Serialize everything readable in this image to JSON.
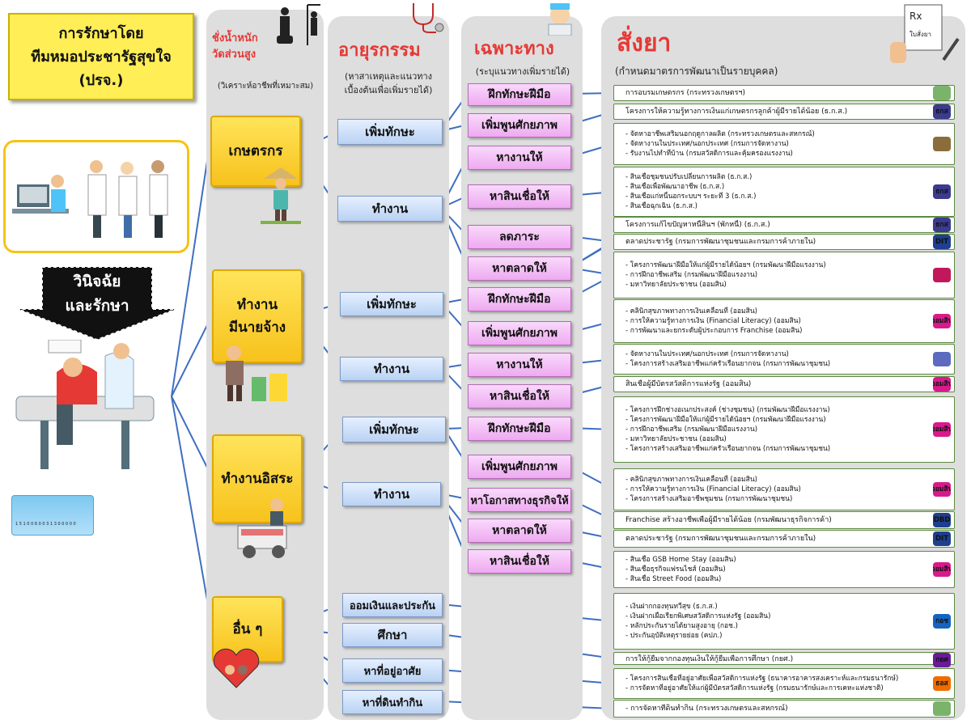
{
  "title": "การรักษาโดย\nทีมหมอประชารัฐสุขใจ\n(ปรจ.)",
  "arrow_label": "วินิจฉัย\nและรักษา",
  "id_card_number": "1 5 1 0   0 6 0 0   3 1 3 0   0 0 0 0",
  "col1": {
    "head": "ชั่งน้ำหนัก\nวัดส่วนสูง",
    "sub": "(วิเคราะห์อาชีพที่เหมาะสม)"
  },
  "col2": {
    "head": "อายุรกรรม",
    "sub": "(หาสาเหตุและแนวทาง\nเบื้องต้นเพื่อเพิ่มรายได้)"
  },
  "col3": {
    "head": "เฉพาะทาง",
    "sub": "(ระบุแนวทางเพิ่มรายได้)"
  },
  "col4": {
    "head": "สั่งยา",
    "sub": "(กำหนดมาตรการพัฒนาเป็นรายบุคคล)",
    "paper_label": "ใบสั่งยา"
  },
  "categories": [
    {
      "label": "เกษตรกร"
    },
    {
      "label": "ทำงาน\nมีนายจ้าง"
    },
    {
      "label": "ทำงานอิสระ"
    },
    {
      "label": "อื่น ๆ"
    }
  ],
  "causes": [
    {
      "label": "เพิ่มทักษะ"
    },
    {
      "label": "ทำงาน"
    },
    {
      "label": "เพิ่มทักษะ"
    },
    {
      "label": "ทำงาน"
    },
    {
      "label": "เพิ่มทักษะ"
    },
    {
      "label": "ทำงาน"
    },
    {
      "label": "ออมเงินและประกัน"
    },
    {
      "label": "ศึกษา"
    },
    {
      "label": "หาที่อยู่อาศัย"
    },
    {
      "label": "หาที่ดินทำกิน"
    }
  ],
  "specialties": [
    {
      "label": "ฝึกทักษะฝีมือ"
    },
    {
      "label": "เพิ่มพูนศักยภาพ"
    },
    {
      "label": "หางานให้"
    },
    {
      "label": "หาสินเชื่อให้"
    },
    {
      "label": "ลดภาระ"
    },
    {
      "label": "หาตลาดให้"
    },
    {
      "label": "ฝึกทักษะฝีมือ"
    },
    {
      "label": "เพิ่มพูนศักยภาพ"
    },
    {
      "label": "หางานให้"
    },
    {
      "label": "หาสินเชื่อให้"
    },
    {
      "label": "ฝึกทักษะฝีมือ"
    },
    {
      "label": "เพิ่มพูนศักยภาพ"
    },
    {
      "label": "หาโอกาสทางธุรกิจให้"
    },
    {
      "label": "หาตลาดให้"
    },
    {
      "label": "หาสินเชื่อให้"
    }
  ],
  "prescriptions": [
    {
      "lines": [
        "การอบรมเกษตรกร (กระทรวงเกษตรฯ)"
      ],
      "logo": "",
      "logo_color": "#7bb36b"
    },
    {
      "lines": [
        "โครงการให้ความรู้ทางการเงินแก่เกษตรกรลูกค้าผู้มีรายได้น้อย (ธ.ก.ส.)"
      ],
      "logo": "ธกส",
      "logo_color": "#3b3b8f"
    },
    {
      "lines": [
        "- จัดหาอาชีพเสริมนอกฤดูกาลผลิต (กระทรวงเกษตรและสหกรณ์)",
        "- จัดหางานในประเทศ/นอกประเทศ (กรมการจัดหางาน)",
        "- รับงานไปทำที่บ้าน (กรมสวัสดิการและคุ้มครองแรงงาน)"
      ],
      "logo": "",
      "logo_color": "#8a6d3b"
    },
    {
      "lines": [
        "- สินเชื่อชุมชนปรับเปลี่ยนการผลิต (ธ.ก.ส.)",
        "- สินเชื่อเพื่อพัฒนาอาชีพ (ธ.ก.ส.)",
        "- สินเชื่อแก่หนี้นอกระบบฯ ระยะที่ 3 (ธ.ก.ส.)",
        "- สินเชื่อฉุกเฉิน (ธ.ก.ส.)"
      ],
      "logo": "ธกส",
      "logo_color": "#3b3b8f"
    },
    {
      "lines": [
        "โครงการแก้ไขปัญหาหนี้สินฯ (พักหนี้) (ธ.ก.ส.)"
      ],
      "logo": "ธกส",
      "logo_color": "#3b3b8f"
    },
    {
      "lines": [
        "ตลาดประชารัฐ (กรมการพัฒนาชุมชนและกรมการค้าภายใน)"
      ],
      "logo": "DIT",
      "logo_color": "#1f3f8f"
    },
    {
      "lines": [
        "- โครงการพัฒนาฝีมือให้แก่ผู้มีรายได้น้อยฯ (กรมพัฒนาฝีมือแรงงาน)",
        "- การฝึกอาชีพเสริม (กรมพัฒนาฝีมือแรงงาน)",
        "- มหาวิทยาลัยประชาชน (ออมสิน)"
      ],
      "logo": "",
      "logo_color": "#c2185b"
    },
    {
      "lines": [
        "- คลินิกสุขภาพทางการเงินเคลื่อนที่ (ออมสิน)",
        "- การให้ความรู้ทางการเงิน (Financial Literacy) (ออมสิน)",
        "- การพัฒนาและยกระดับผู้ประกอบการ Franchise (ออมสิน)"
      ],
      "logo": "ออมสิน",
      "logo_color": "#d81b8c"
    },
    {
      "lines": [
        "- จัดหางานในประเทศ/นอกประเทศ (กรมการจัดหางาน)",
        "- โครงการสร้างเสริมอาชีพแก่ครัวเรือนยากจน (กรมการพัฒนาชุมชน)"
      ],
      "logo": "",
      "logo_color": "#5c6bc0"
    },
    {
      "lines": [
        "สินเชื่อผู้มีบัตรสวัสดิการแห่งรัฐ (ออมสิน)"
      ],
      "logo": "ออมสิน",
      "logo_color": "#d81b8c"
    },
    {
      "lines": [
        "- โครงการฝึกช่างอเนกประสงค์ (ช่างชุมชน) (กรมพัฒนาฝีมือแรงงาน)",
        "- โครงการพัฒนาฝีมือให้แก่ผู้มีรายได้น้อยฯ (กรมพัฒนาฝีมือแรงงาน)",
        "- การฝึกอาชีพเสริม (กรมพัฒนาฝีมือแรงงาน)",
        "- มหาวิทยาลัยประชาชน (ออมสิน)",
        "- โครงการสร้างเสริมอาชีพแก่ครัวเรือนยากจน (กรมการพัฒนาชุมชน)"
      ],
      "logo": "ออมสิน",
      "logo_color": "#d81b8c"
    },
    {
      "lines": [
        "- คลินิกสุขภาพทางการเงินเคลื่อนที่ (ออมสิน)",
        "- การให้ความรู้ทางการเงิน (Financial Literacy) (ออมสิน)",
        "- โครงการสร้างเสริมอาชีพชุมชน (กรมการพัฒนาชุมชน)"
      ],
      "logo": "ออมสิน",
      "logo_color": "#d81b8c"
    },
    {
      "lines": [
        "Franchise สร้างอาชีพเพื่อผู้มีรายได้น้อย (กรมพัฒนาธุรกิจการค้า)"
      ],
      "logo": "DBD",
      "logo_color": "#1f3f8f"
    },
    {
      "lines": [
        "ตลาดประชารัฐ (กรมการพัฒนาชุมชนและกรมการค้าภายใน)"
      ],
      "logo": "DIT",
      "logo_color": "#1f3f8f"
    },
    {
      "lines": [
        "- สินเชื่อ GSB Home Stay (ออมสิน)",
        "- สินเชื่อธุรกิจแฟรนไชส์ (ออมสิน)",
        "- สินเชื่อ Street Food (ออมสิน)"
      ],
      "logo": "ออมสิน",
      "logo_color": "#d81b8c"
    },
    {
      "lines": [
        "- เงินฝากกองทุนทวีสุข (ธ.ก.ส.)",
        "- เงินฝากเผื่อเรียกพิเศษสวัสดิการแห่งรัฐ (ออมสิน)",
        "- หลักประกันรายได้ยามสูงอายุ (กอช.)",
        "- ประกันอุบัติเหตุรายย่อย (คปภ.)"
      ],
      "logo": "กอช",
      "logo_color": "#1565c0"
    },
    {
      "lines": [
        "การให้กู้ยืมจากกองทุนเงินให้กู้ยืมเพื่อการศึกษา (กยศ.)"
      ],
      "logo": "กยศ",
      "logo_color": "#6a1b9a"
    },
    {
      "lines": [
        "- โครงการสินเชื่อที่อยู่อาศัยเพื่อสวัสดิการแห่งรัฐ (ธนาคารอาคารสงเคราะห์และกรมธนารักษ์)",
        "- การจัดหาที่อยู่อาศัยให้แก่ผู้มีบัตรสวัสดิการแห่งรัฐ (กรมธนารักษ์และการเคหะแห่งชาติ)"
      ],
      "logo": "ธอส",
      "logo_color": "#ef6c00"
    },
    {
      "lines": [
        "- การจัดหาที่ดินทำกิน (กระทรวงเกษตรและสหกรณ์)"
      ],
      "logo": "",
      "logo_color": "#7bb36b"
    }
  ]
}
